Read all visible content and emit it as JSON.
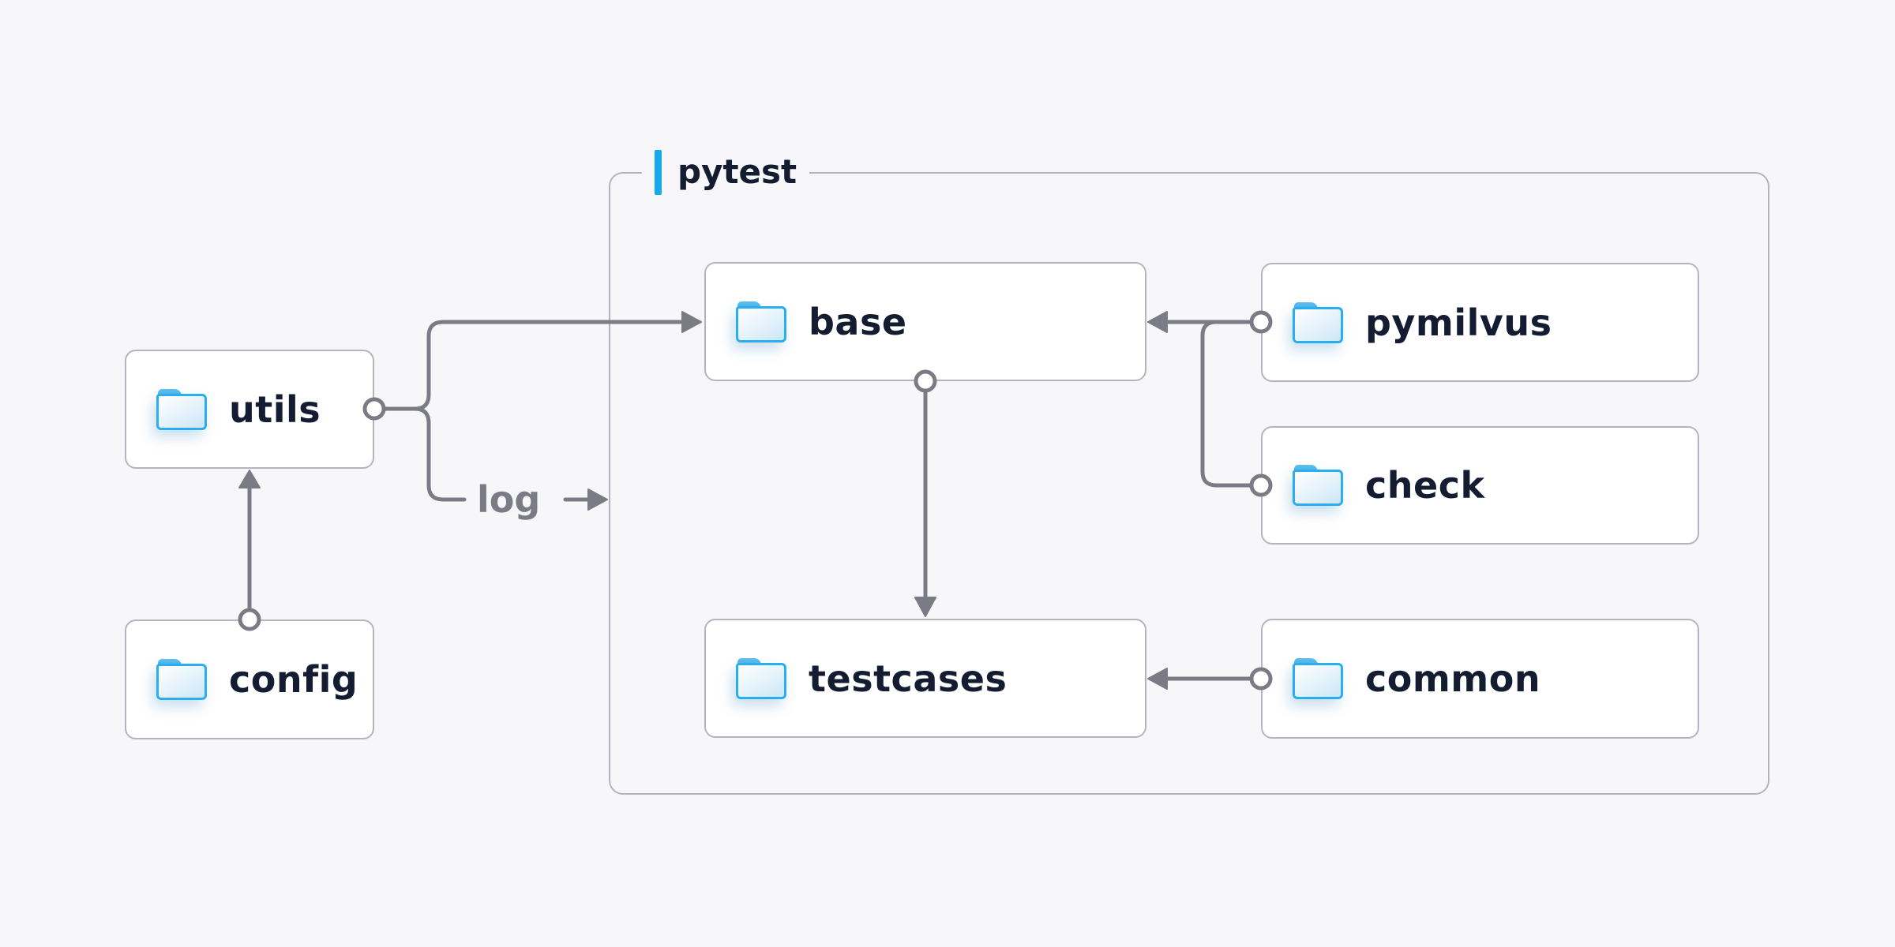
{
  "diagram": {
    "group": {
      "label": "pytest"
    },
    "nodes": [
      {
        "id": "utils",
        "label": "utils"
      },
      {
        "id": "config",
        "label": "config"
      },
      {
        "id": "base",
        "label": "base"
      },
      {
        "id": "testcases",
        "label": "testcases"
      },
      {
        "id": "pymilvus",
        "label": "pymilvus"
      },
      {
        "id": "check",
        "label": "check"
      },
      {
        "id": "common",
        "label": "common"
      }
    ],
    "edges": [
      {
        "from": "config",
        "to": "utils",
        "style": "arrow"
      },
      {
        "from": "utils",
        "to": "base",
        "style": "arrow"
      },
      {
        "from": "utils",
        "to": "pytest",
        "style": "arrow",
        "label": "log"
      },
      {
        "from": "pymilvus",
        "to": "base",
        "style": "arrow"
      },
      {
        "from": "check",
        "to": "base",
        "style": "arrow"
      },
      {
        "from": "base",
        "to": "testcases",
        "style": "arrow"
      },
      {
        "from": "common",
        "to": "testcases",
        "style": "arrow"
      }
    ],
    "colors": {
      "background": "#f7f7f9",
      "node_background": "#ffffff",
      "node_border": "#b4b4be",
      "connector": "#7b7b85",
      "text": "#131c31",
      "accent_blue": "#16aaeb",
      "folder_blue": "#29aeef"
    }
  }
}
